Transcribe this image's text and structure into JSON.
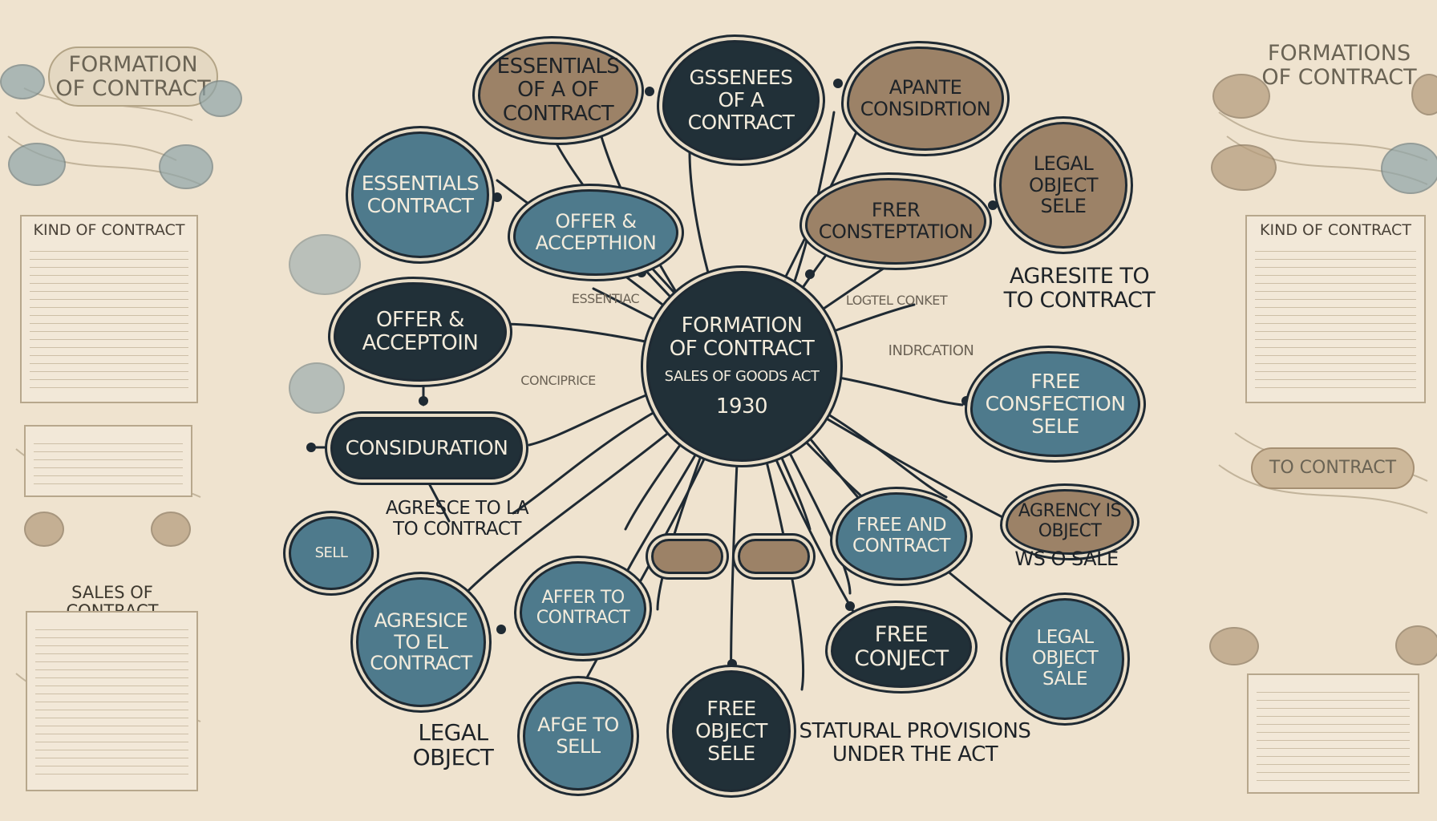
{
  "center": {
    "line1": "FORMATION",
    "line2": "OF CONTRACT",
    "line3": "SALES OF GOODS ACT",
    "line4": "1930"
  },
  "nodes": {
    "essentials_top": "ESSENTIALS OF A OF CONTRACT",
    "essentials_mid": "GSSENEES OF A CONTRACT",
    "apante": "APANTE CONSIDRTION",
    "essentials_contract": "ESSENTIALS CONTRACT",
    "offer_accepthion": "OFFER & ACCEPTHION",
    "frer_consteptation": "FRER CONSTEPTATION",
    "legal_object_sele": "LEGAL OBJECT SELE",
    "offer_acceptoin": "OFFER & ACCEPTOIN",
    "free_consfection": "FREE CONSFECTION SELE",
    "considuration": "CONSIDURATION",
    "free_and_contract": "FREE AND CONTRACT",
    "agrency_object": "AGRENCY IS OBJECT",
    "agresice": "AGRESICE TO EL CONTRACT",
    "affer_contract": "AFFER TO CONTRACT",
    "free_conject": "FREE CONJECT",
    "legal_object_sale": "LEGAL OBJECT SALE",
    "afge_sell": "AFGE TO SELL",
    "free_object_sele": "FREE OBJECT SELE"
  },
  "labels": {
    "agresite": "AGRESITE TO TO CONTRACT",
    "essentiac": "ESSENTIAC",
    "logtel": "LOGTEL CONKET",
    "indrcation": "INDRCATION",
    "conciprice": "CONCIPRICE",
    "agresce": "AGRESCE TO LA TO CONTRACT",
    "ws_sale": "WS O SALE",
    "legal_object": "LEGAL OBJECT",
    "statutory": "STATURAL PROVISIONS UNDER THE ACT",
    "sell_small": "SELL"
  },
  "sides": {
    "left_title": "FORMATION OF CONTRACT",
    "left_panel": "KIND OF CONTRACT",
    "left_bottom": "SALES OF CONTRACT",
    "right_title": "FORMATIONS OF CONTRACT",
    "right_panel": "KIND OF CONTRACT",
    "right_mid": "TO CONTRACT"
  },
  "colors": {
    "dark": "#213038",
    "teal": "#4e7a8c",
    "brown": "#9c8267",
    "paper": "#efe3cf"
  }
}
